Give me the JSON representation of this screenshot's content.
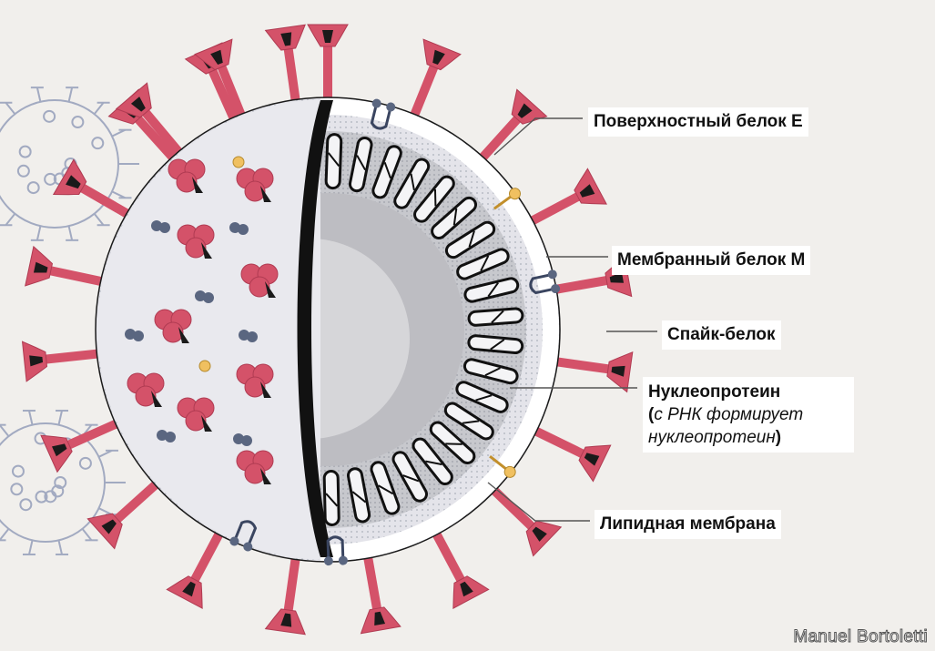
{
  "labels": {
    "surface_protein_e": "Поверхностный белок E",
    "membrane_protein_m": "Мембранный белок M",
    "spike_protein": "Спайк-белок",
    "nucleoprotein_title": "Нуклеопротеин",
    "nucleoprotein_note_open": "(",
    "nucleoprotein_note_line1": "с РНК формирует",
    "nucleoprotein_note_line2": "нуклеопротеин",
    "nucleoprotein_note_close": ")",
    "lipid_membrane": "Липидная мембрана"
  },
  "credit": "Manuel Bortoletti",
  "colors": {
    "background": "#f1efec",
    "spike": "#d45269",
    "spike_dark": "#1a1a1a",
    "membrane_dot": "#5a6680",
    "e_protein": "#f0c060",
    "shell": "#e9e9ee",
    "nucleo_fill": "#cfcfd3",
    "core": "#bdbdc2"
  },
  "icons": {
    "spike": "spike-protein-icon",
    "membrane_m": "membrane-protein-m-icon",
    "surface_e": "surface-protein-e-icon",
    "background_virus": "virus-outline-icon"
  }
}
